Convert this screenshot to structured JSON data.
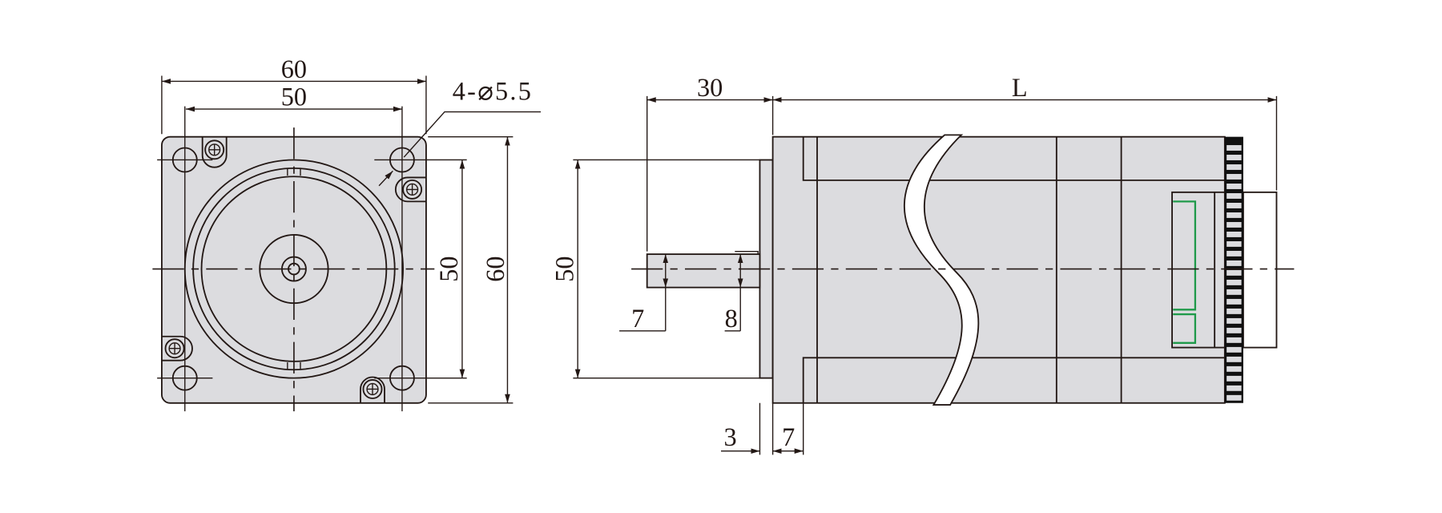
{
  "drawing": {
    "front_view": {
      "width_outer": "60",
      "width_bolt": "50",
      "hole_callout": "4-⌀5.5",
      "height_bolt": "50",
      "height_outer": "60"
    },
    "side_view": {
      "shaft_length": "30",
      "body_length": "L",
      "pilot_diameter": "50",
      "shaft_flat": "7",
      "shaft_diameter": "8",
      "pilot_depth": "3",
      "flange_thickness": "7"
    },
    "colors": {
      "body": "#dcdcdf",
      "line": "#231815",
      "connector": "#1f9a4a"
    }
  }
}
